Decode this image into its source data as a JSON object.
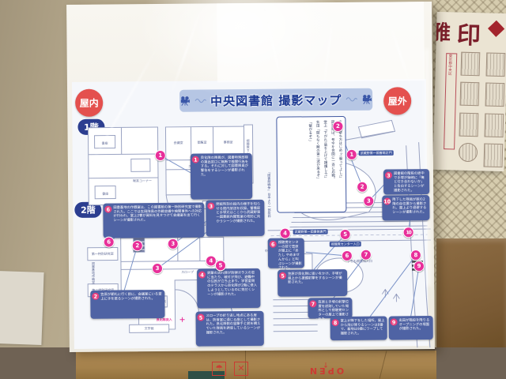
{
  "colors": {
    "accent_pink": "#e8309a",
    "annotation_bg": "#4f63a4",
    "title_bg": "#b6c6e4",
    "badge_red": "#e4504e",
    "badge_navy": "#2c3e90",
    "line_blue": "#7b93c8",
    "seal_red": "#7c1f2b"
  },
  "poster": {
    "title": "中央図書館 撮影マップ",
    "badge_indoor": "屋内",
    "badge_outdoor": "屋外",
    "floor1": {
      "badge": "1階",
      "plan_labels": [
        "書庫",
        "書庫",
        "事務室",
        "会議室",
        "閲覧室",
        "視聴覚センター",
        "スロープ",
        "喫茶コーナー",
        "中央口連絡入口"
      ],
      "marker": "1",
      "annotation": {
        "num": "1",
        "text": "良化隊の隊員が、図書特殊部隊の貸出窓口に無断で検閲行為をする。それに対して図書隊員が警告をするシーンが撮影された。"
      }
    },
    "floor2": {
      "badge": "2階",
      "plan_labels": [
        "第一特別研究室",
        "第二特別研究室",
        "図書基地作戦室",
        "学習室",
        "テラス",
        "文学館",
        "スロープ"
      ],
      "breach_label": "良化隊突入",
      "markers": [
        "6",
        "2",
        "3",
        "3",
        "4",
        "5"
      ],
      "annotations": [
        {
          "num": "6",
          "text": "図書基地の作戦室は、この図書館の第一特別研究室で撮影された。ここでは玄田隊長の作戦会議や検閲事件への対応が行われ、堂上2曹が資料を見せつけて会議室を出て行くシーンが撮影された。"
        },
        {
          "num": "3",
          "text": "閉館時刻の館内の様子を知らせる館内放送を収録。警備部と手塚兄はここから武蔵野第一図書館内閲覧室の攻防に向かうシーンが撮影された。"
        },
        {
          "num": "2",
          "text": "笠原が朝礼に行く前に、会議室にいる堂上に手を振るシーンが撮影された。"
        },
        {
          "num": "4",
          "text": "銃撃の流れ弾が防弾ガラスの窓に当たり、破片が飛び、避難中の住民が立ち止まり、学習室側のテラスから良化隊が2階に侵入しようとしているのに気付くシーンが撮影された。"
        },
        {
          "num": "5",
          "text": "スロープの折り返し地点にある扉は、防音室に通じる扉として撮影された。良化隊側の狙撃手と銃を構えていた隊員を誘導しているシーンが撮影された。"
        }
      ]
    },
    "outdoor": {
      "script": {
        "marker": "2",
        "lines": [
          "玄田「撃ち方はじめッ!撃ってよし!」",
          "図書隊は、号令を合図に一斉に応戦。",
          "堂上「下がれ!盾を上げて援護しろ!」",
          "玄田「間もなく敵の第二波が来るぞ」",
          "「繋がるぞ!」"
        ],
        "caption": "『図書館戦争』台本より一部抜粋"
      },
      "gate_front": "武蔵野第一図書館正門",
      "gate_rear": "武蔵野第一図書館裏門",
      "entrance_av": "視聴覚センター入口",
      "entrance_kids": "子ども図書館入口",
      "entrance_park": "中央公園口",
      "markers": [
        "1",
        "2",
        "3",
        "4",
        "5",
        "6",
        "7",
        "8",
        "9",
        "10"
      ],
      "annotations": [
        {
          "num": "3",
          "text": "図書館の階段の途中で手塚が柴崎に「俺と付き合わないか」と告白するシーンが撮影された。"
        },
        {
          "num": "10",
          "text": "降下した隊員が館の2階の自位置から撮影され、屋上より退避するシーンが撮影された。"
        },
        {
          "num": "6",
          "text": "視聴覚センターの前で笠原が屋上に「あたし やめませんから」と叫ぶシーンが撮影された。"
        },
        {
          "num": "5",
          "text": "笠原が良化隊に狙いをかけ、手塚が屋上から援護射撃をするシーンが撮影された。"
        },
        {
          "num": "7",
          "text": "笠原と手塚の射撃位置を追跡していた場所として視聴覚センターの屋上で撮影された。"
        },
        {
          "num": "8",
          "text": "堂上が降下をした場所。屋上から飛び降りるシーンは8番で、着地は9番にワープして撮影された。"
        },
        {
          "num": "9",
          "text": "玄田が階段を降りるオープニングの場面が撮影された。"
        }
      ]
    }
  },
  "wall_poster": {
    "heading_char": "印",
    "partial_char": "雅",
    "address_strip": "東京都中央区"
  },
  "shipping_box": {
    "open_label": "OPEN",
    "arrow": "↑",
    "umbrella_icon": "☂",
    "fragile_icon": "✕"
  }
}
